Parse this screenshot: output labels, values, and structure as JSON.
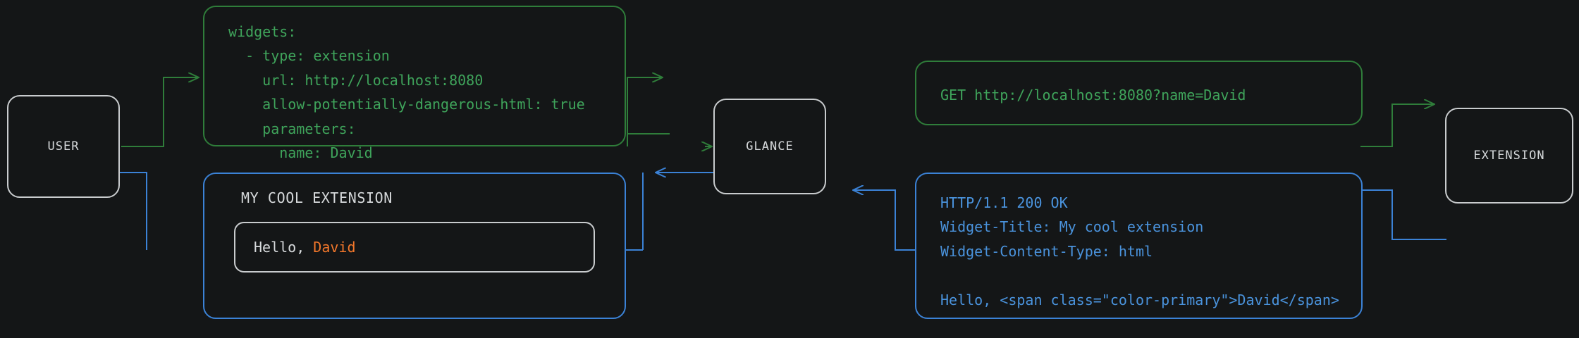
{
  "theme": {
    "background": "#141617",
    "node_border": "#c9ccce",
    "request_color": "#2f7d3a",
    "request_text": "#3fa45b",
    "response_color": "#3b82d6",
    "response_text": "#4a93dd",
    "accent": "#f2772b",
    "text": "#d6d9db"
  },
  "nodes": {
    "user": "USER",
    "glance": "GLANCE",
    "extension": "EXTENSION"
  },
  "config_card": {
    "lines": [
      "widgets:",
      "  - type: extension",
      "    url: http://localhost:8080",
      "    allow-potentially-dangerous-html: true",
      "    parameters:",
      "      name: David"
    ]
  },
  "request_card": {
    "lines": [
      "GET http://localhost:8080?name=David"
    ]
  },
  "response_card": {
    "lines": [
      "HTTP/1.1 200 OK",
      "Widget-Title: My cool extension",
      "Widget-Content-Type: html",
      "",
      "Hello, <span class=\"color-primary\">David</span>"
    ]
  },
  "widget_card": {
    "title": "MY COOL EXTENSION",
    "greeting": "Hello, ",
    "name": "David"
  }
}
